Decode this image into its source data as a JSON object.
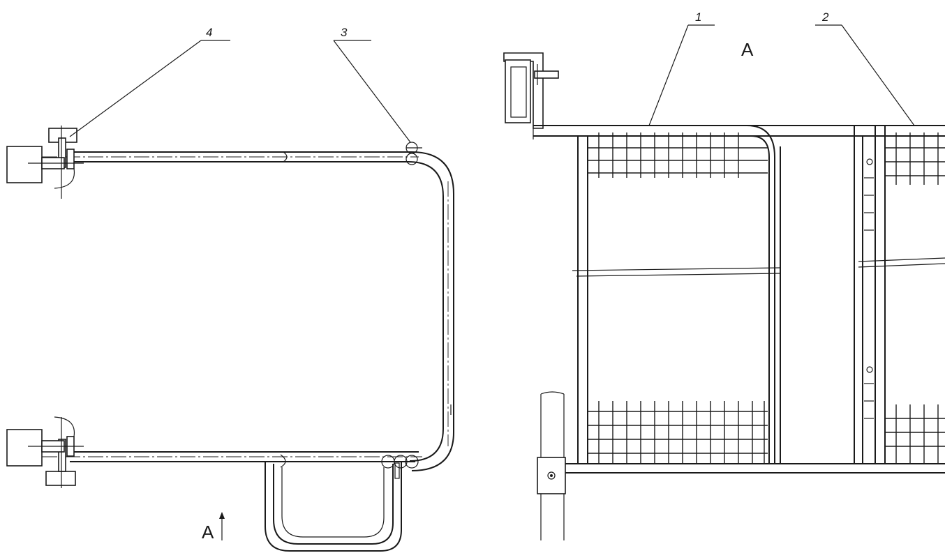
{
  "callouts": {
    "c1": "1",
    "c2": "2",
    "c3": "3",
    "c4": "4"
  },
  "views": {
    "top_label": "A",
    "arrow_label": "A"
  },
  "colors": {
    "line": "#1a1a1a",
    "paper": "#ffffff"
  }
}
